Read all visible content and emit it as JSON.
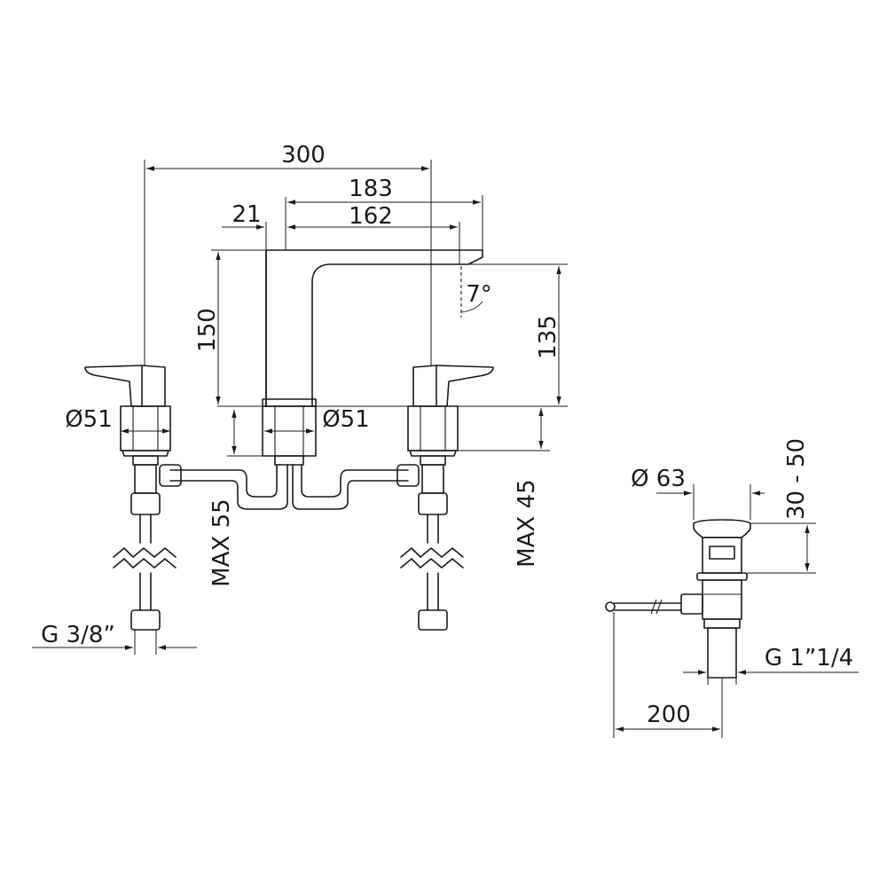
{
  "dimensions": {
    "width_overall": "300",
    "spout_reach": "183",
    "spout_inner": "162",
    "spout_offset": "21",
    "body_height": "150",
    "spout_height": "135",
    "angle": "7°",
    "dia_handle": "Ø51",
    "dia_spout": "Ø51",
    "max_55": "MAX 55",
    "max_45": "MAX 45",
    "connection": "G 3/8”",
    "waste_dia": "Ø 63",
    "waste_range": "30 - 50",
    "waste_thread": "G 1”1/4",
    "rod_length": "200"
  },
  "colors": {
    "line": "#1a1a1a",
    "background": "#ffffff"
  }
}
